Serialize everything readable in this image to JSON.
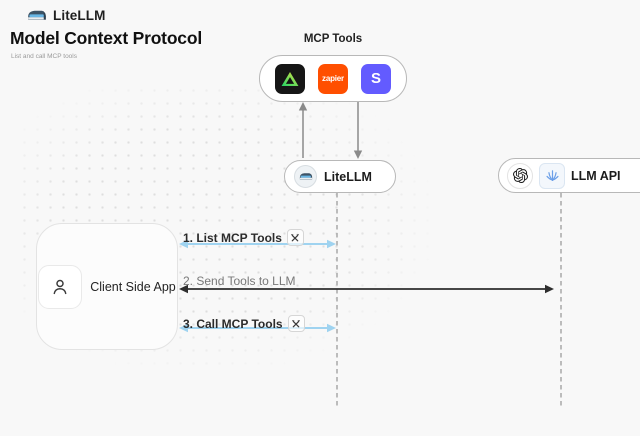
{
  "header": {
    "brand": "LiteLLM",
    "title": "Model Context Protocol",
    "subtitle": "List and call MCP tools"
  },
  "mcp": {
    "label": "MCP Tools",
    "tools": [
      {
        "icon": "green-triangle-tool-icon",
        "bg_color": "#161616",
        "accent_color": "#2ee06a"
      },
      {
        "icon": "zapier-icon",
        "label": "zapier",
        "bg_color": "#FF4F00"
      },
      {
        "icon": "s-tool-icon",
        "label": "S",
        "bg_color": "#635BFF"
      }
    ]
  },
  "nodes": {
    "litellm": {
      "label": "LiteLLM",
      "icon": "litellm-train-icon"
    },
    "llm_api": {
      "label": "LLM API",
      "icons": [
        "openai-icon",
        "blue-provider-icon"
      ]
    },
    "client": {
      "label": "Client Side App",
      "icon": "person-icon"
    }
  },
  "messages": [
    {
      "label": "1. List MCP Tools",
      "tool_icon": true,
      "arrow_color": "#9fd3f0",
      "direction": "bidirectional"
    },
    {
      "label": "2. Send Tools to LLM",
      "tool_icon": false,
      "arrow_color": "#2e2e2e",
      "direction": "bidirectional"
    },
    {
      "label": "3. Call MCP Tools",
      "tool_icon": true,
      "arrow_color": "#9fd3f0",
      "direction": "bidirectional"
    }
  ],
  "colors": {
    "background": "#f8f8f8",
    "blue_arrow": "#9fd3f0",
    "dark_arrow": "#2e2e2e",
    "lifeline_gray": "#a3a3a3",
    "connector_gray": "#8a8a8a",
    "zapier_orange": "#FF4F00",
    "s_purple": "#635BFF",
    "triangle_green": "#2ee06a"
  }
}
